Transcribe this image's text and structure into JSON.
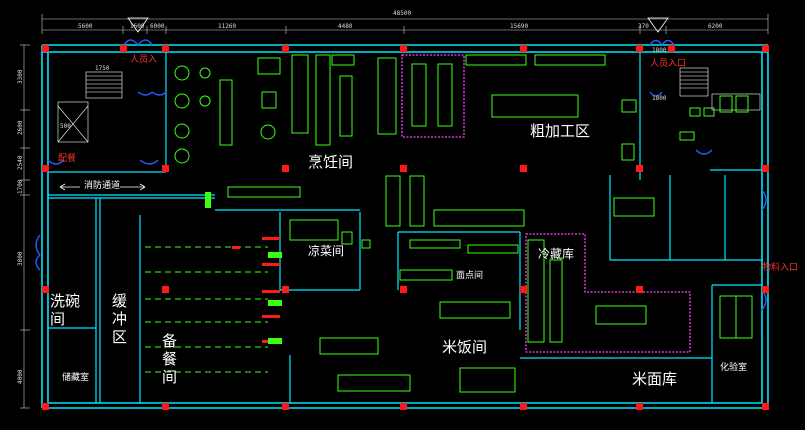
{
  "colors": {
    "background": "#000000",
    "wall": "#00e5ff",
    "equipment": "#39ff14",
    "column": "#ff1a1a",
    "cold_room": "#ff40ff",
    "text": "#ffffff",
    "label_red": "#ff3030"
  },
  "rooms": {
    "cooking": "烹饪间",
    "rough_processing": "粗加工区",
    "cold_dish": "凉菜间",
    "pastry": "面点间",
    "cold_storage": "冷藏库",
    "rice_cooking": "米饭间",
    "rice_flour_store": "米面库",
    "serving_prep": "备餐间",
    "buffer_zone": "缓冲区",
    "dish_washing": "洗碗间",
    "storage": "储藏室",
    "lab": "化验室",
    "corridor": "消防通道"
  },
  "labels": {
    "staff_entry_left": "人员入",
    "staff_entry_right": "人员入口",
    "locker": "配餐",
    "goods_entry": "物料入口"
  },
  "dimensions": {
    "total": "48500",
    "top": [
      "5600",
      "1600",
      "6000",
      "11260",
      "4480",
      "15690",
      "370",
      "6200",
      "1800"
    ],
    "left": [
      "3300",
      "2600",
      "2540",
      "1700",
      "3800",
      "4000"
    ],
    "stair": "1750",
    "small": [
      "500",
      "1800"
    ]
  }
}
